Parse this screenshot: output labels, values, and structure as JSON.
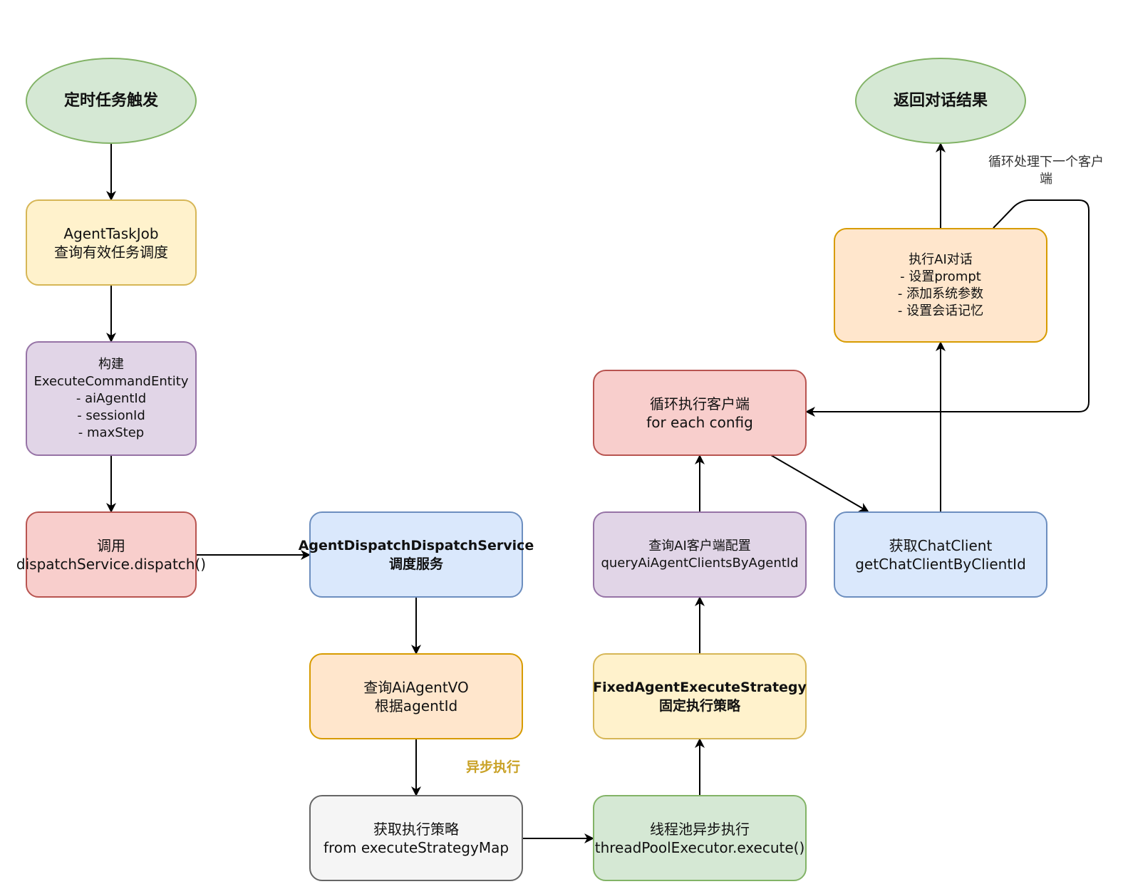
{
  "nodes": {
    "start": {
      "text": "定时任务触发"
    },
    "task_job": {
      "line1": "AgentTaskJob",
      "line2": "查询有效任务调度"
    },
    "build_entity": {
      "line1": "构建",
      "line2": "ExecuteCommandEntity",
      "line3": "- aiAgentId",
      "line4": "- sessionId",
      "line5": "- maxStep"
    },
    "call_dispatch": {
      "line1": "调用",
      "line2": "dispatchService.dispatch()"
    },
    "dispatch_service": {
      "line1": "AgentDispatchDispatchService",
      "line2": "调度服务"
    },
    "query_vo": {
      "line1": "查询AiAgentVO",
      "line2": "根据agentId"
    },
    "get_strategy": {
      "line1": "获取执行策略",
      "line2": "from executeStrategyMap"
    },
    "thread_pool": {
      "line1": "线程池异步执行",
      "line2": "threadPoolExecutor.execute()"
    },
    "fixed_strategy": {
      "line1": "FixedAgentExecuteStrategy",
      "line2": "固定执行策略"
    },
    "query_clients": {
      "line1": "查询AI客户端配置",
      "line2": "queryAiAgentClientsByAgentId"
    },
    "loop_clients": {
      "line1": "循环执行客户端",
      "line2": "for each config"
    },
    "get_chat_client": {
      "line1": "获取ChatClient",
      "line2": "getChatClientByClientId"
    },
    "execute_chat": {
      "line1": "执行AI对话",
      "line2": "- 设置prompt",
      "line3": "- 添加系统参数",
      "line4": "- 设置会话记忆"
    },
    "end": {
      "text": "返回对话结果"
    }
  },
  "labels": {
    "async": "异步执行",
    "loop_line1": "循环处理下一个客户",
    "loop_line2": "端"
  },
  "colors": {
    "green_fill": "#d5e8d4",
    "green_stroke": "#82b366",
    "yellow_fill": "#fff2cc",
    "yellow_stroke": "#d6b656",
    "purple_fill": "#e1d5e7",
    "purple_stroke": "#9673a6",
    "red_fill": "#f8cecc",
    "red_stroke": "#b85450",
    "blue_fill": "#dae8fc",
    "blue_stroke": "#6c8ebf",
    "orange_fill": "#ffe6cc",
    "orange_stroke": "#d79b00",
    "gray_fill": "#f5f5f5",
    "gray_stroke": "#666666",
    "async_label": "#c9a227"
  }
}
